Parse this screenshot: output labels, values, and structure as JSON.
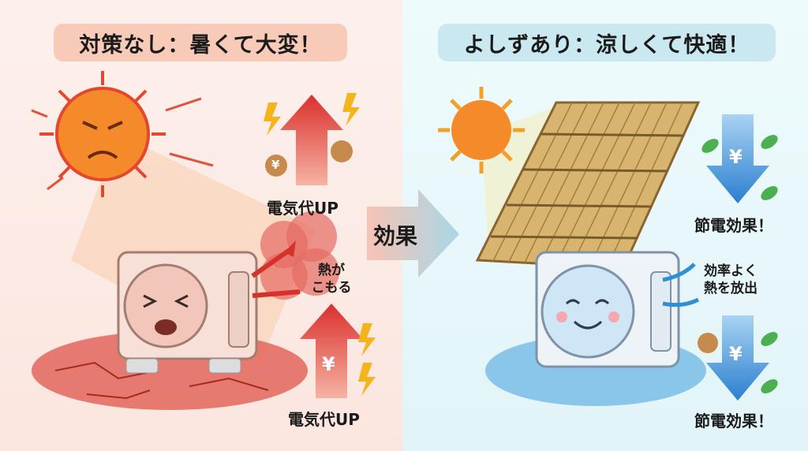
{
  "left": {
    "title": "対策なし：暑くて大変！",
    "cost_label_top": "電気代UP",
    "cost_label_bottom": "電気代UP",
    "heat_line1": "熱が",
    "heat_line2": "こもる",
    "yen": "¥"
  },
  "center": {
    "effect_label": "効果"
  },
  "right": {
    "title": "よしずあり：涼しくて快適！",
    "saving_label_top": "節電効果！",
    "saving_label_bottom": "節電効果！",
    "release_line1": "効率よく",
    "release_line2": "熱を放出",
    "yen": "¥"
  },
  "colors": {
    "left_bg": "#fbe9e3",
    "right_bg": "#e6f6f9",
    "red_arrow": "#e2453c",
    "blue_arrow": "#3b8fd6",
    "sun": "#f58a2a"
  }
}
